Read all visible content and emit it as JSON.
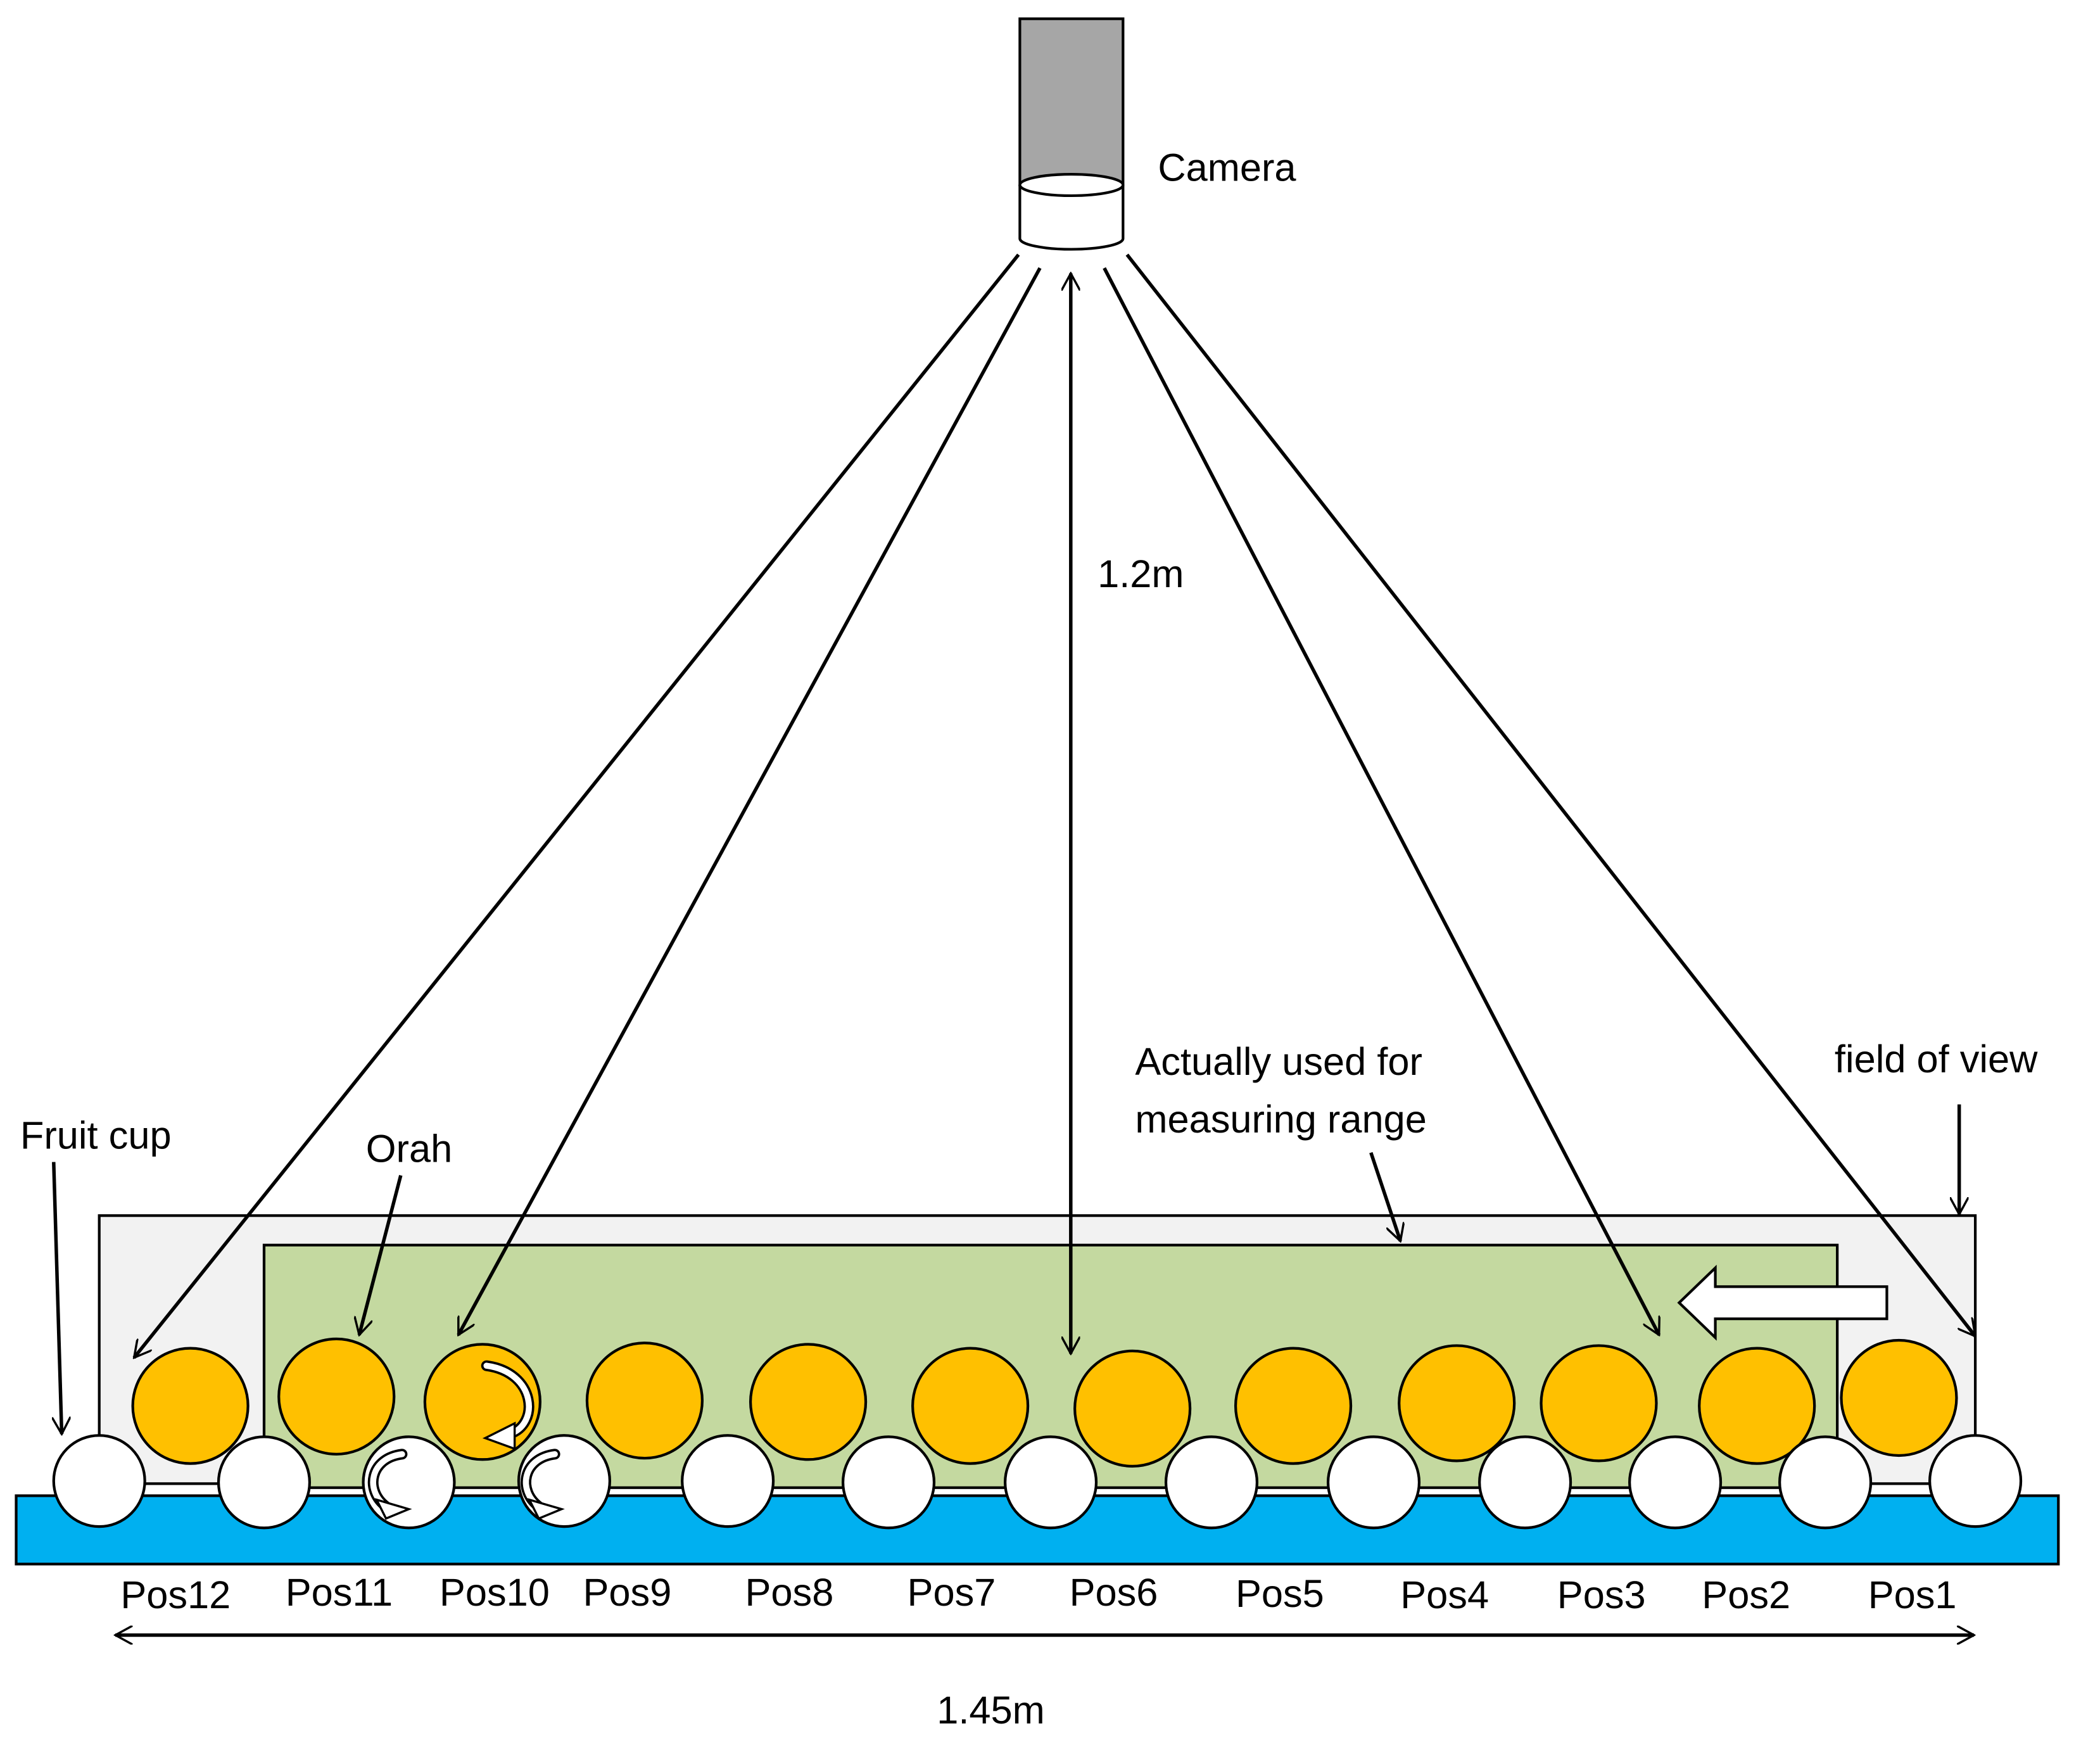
{
  "labels": {
    "camera": "Camera",
    "height": "1.2m",
    "measuring_range_line1": "Actually used for",
    "measuring_range_line2": "measuring range",
    "field_of_view": "field of view",
    "fruit_cup": "Fruit cup",
    "orah": "Orah",
    "width": "1.45m"
  },
  "positions": [
    "Pos12",
    "Pos11",
    "Pos10",
    "Pos9",
    "Pos8",
    "Pos7",
    "Pos6",
    "Pos5",
    "Pos4",
    "Pos3",
    "Pos2",
    "Pos1"
  ],
  "colors": {
    "camera_body": "#a6a6a6",
    "field_of_view": "#f2f2f2",
    "measuring_range": "#c4d9a0",
    "fruit": "#ffc000",
    "conveyor": "#00b0f0",
    "cup": "#ffffff",
    "stroke": "#000000"
  },
  "icons": {
    "direction_arrow": "left-arrow-icon",
    "rotation": "rotate-arrow-icon"
  }
}
